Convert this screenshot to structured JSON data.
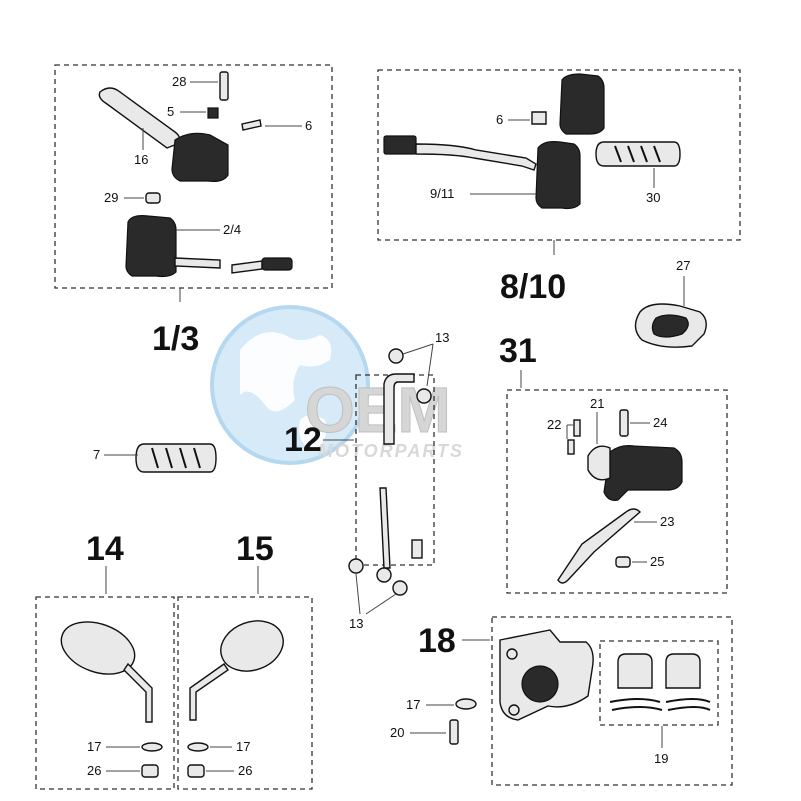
{
  "watermark": {
    "brand": "OEM",
    "sub": "MOTORPARTS",
    "globe_color": "#bfe0f5",
    "text_color": "#c8c8c8"
  },
  "groups": {
    "g1_3": "1/3",
    "g8_10": "8/10",
    "g12": "12",
    "g14": "14",
    "g15": "15",
    "g18": "18",
    "g31": "31"
  },
  "callouts": {
    "c28": "28",
    "c5": "5",
    "c6a": "6",
    "c16": "16",
    "c29": "29",
    "c2_4": "2/4",
    "c6b": "6",
    "c9_11": "9/11",
    "c30": "30",
    "c27": "27",
    "c13a": "13",
    "c13b": "13",
    "c7": "7",
    "c22": "22",
    "c21": "21",
    "c24": "24",
    "c23": "23",
    "c25": "25",
    "c17a": "17",
    "c26a": "26",
    "c17b": "17",
    "c26b": "26",
    "c17c": "17",
    "c20": "20",
    "c19": "19"
  }
}
